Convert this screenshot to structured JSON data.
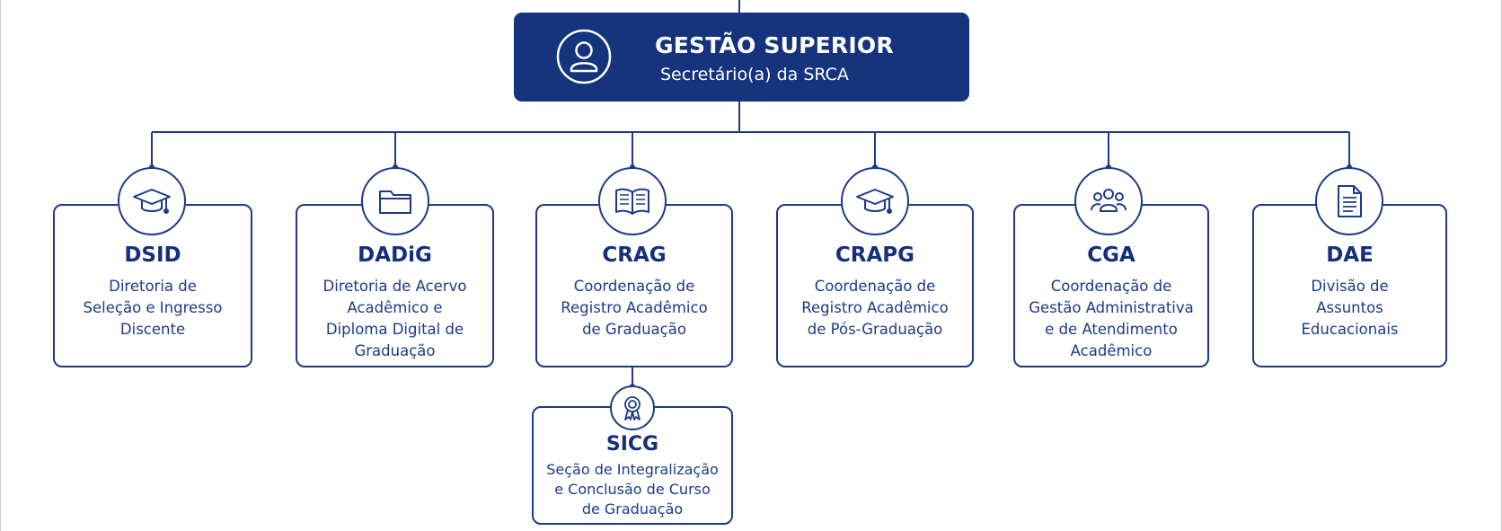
{
  "top": {
    "title": "GESTÃO SUPERIOR",
    "subtitle": "Secretário(a) da SRCA",
    "icon": "user-icon"
  },
  "units": [
    {
      "code": "DSID",
      "icon": "graduation-cap-icon",
      "lines": [
        "Diretoria de",
        "Seleção e Ingresso",
        "Discente"
      ]
    },
    {
      "code": "DADiG",
      "icon": "folder-icon",
      "lines": [
        "Diretoria de Acervo",
        "Acadêmico e",
        "Diploma Digital de",
        "Graduação"
      ]
    },
    {
      "code": "CRAG",
      "icon": "open-book-icon",
      "lines": [
        "Coordenação de",
        "Registro Acadêmico",
        "de Graduação"
      ]
    },
    {
      "code": "CRAPG",
      "icon": "graduation-cap-icon",
      "lines": [
        "Coordenação de",
        "Registro Acadêmico",
        "de Pós-Graduação"
      ]
    },
    {
      "code": "CGA",
      "icon": "people-group-icon",
      "lines": [
        "Coordenação de",
        "Gestão Administrativa",
        "e de Atendimento",
        "Acadêmico"
      ]
    },
    {
      "code": "DAE",
      "icon": "document-icon",
      "lines": [
        "Divisão de",
        "Assuntos",
        "Educacionais"
      ]
    }
  ],
  "sub_unit": {
    "code": "SICG",
    "icon": "award-ribbon-icon",
    "lines": [
      "Seção de Integralização",
      "e Conclusão de Curso",
      "de Graduação"
    ]
  },
  "colors": {
    "primary": "#15347d",
    "line": "#1c3a86",
    "background": "#ffffff"
  }
}
